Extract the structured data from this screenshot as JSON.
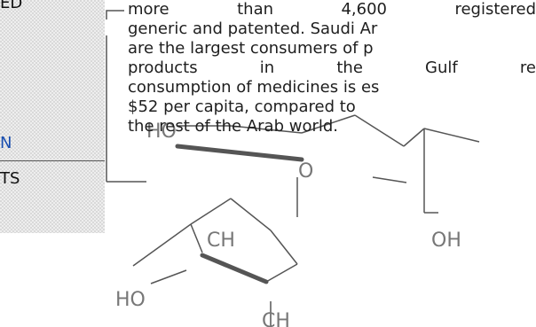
{
  "sidebar": {
    "items": [
      {
        "label": "ED"
      },
      {
        "label": "N",
        "selected": true
      },
      {
        "label": "TS"
      }
    ]
  },
  "article": {
    "lines": [
      "more than 4,600 registered",
      "generic and patented. Saudi Ar",
      "are the largest consumers of p",
      "products in the Gulf re",
      "consumption of medicines is es",
      "$52 per capita, compared to",
      "the rest of the Arab world."
    ]
  },
  "molecule": {
    "labels": [
      "HO",
      "O",
      "CH",
      "OH",
      "HO",
      "CH"
    ]
  },
  "colors": {
    "text": "#1e1e1e",
    "selected_link": "#1a4fb0",
    "sidebar_bg": "#eeeeee",
    "molecule": "#777777"
  }
}
